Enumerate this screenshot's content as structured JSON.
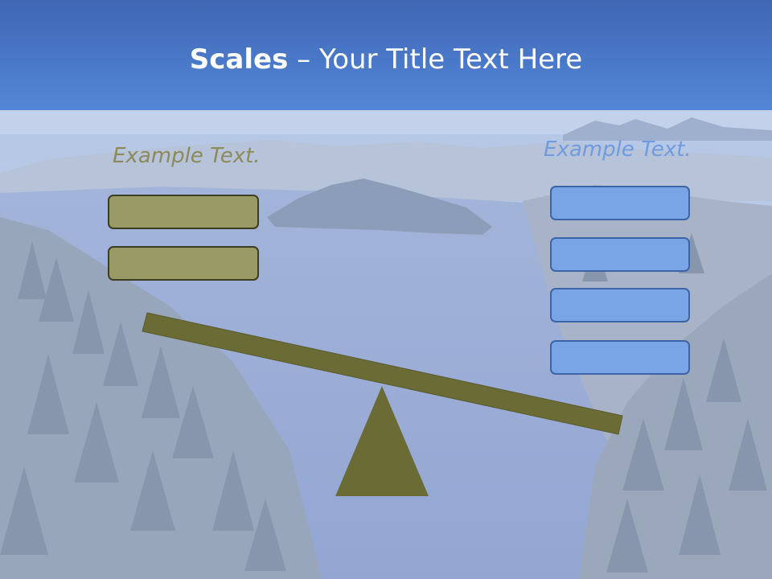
{
  "slide": {
    "title_bold": "Scales",
    "title_rest": " – Your Title Text Here",
    "left_label": "Example Text.",
    "right_label": "Example Text."
  },
  "colors": {
    "header": "#4a78c8",
    "olive_box": "#999a66",
    "blue_box": "#79a4e5",
    "beam": "#6b6b35",
    "left_text": "#8d8a5a",
    "right_text": "#6f9be0"
  },
  "diagram": {
    "left_box_count": 2,
    "right_box_count": 4,
    "tilt": "down-right"
  }
}
